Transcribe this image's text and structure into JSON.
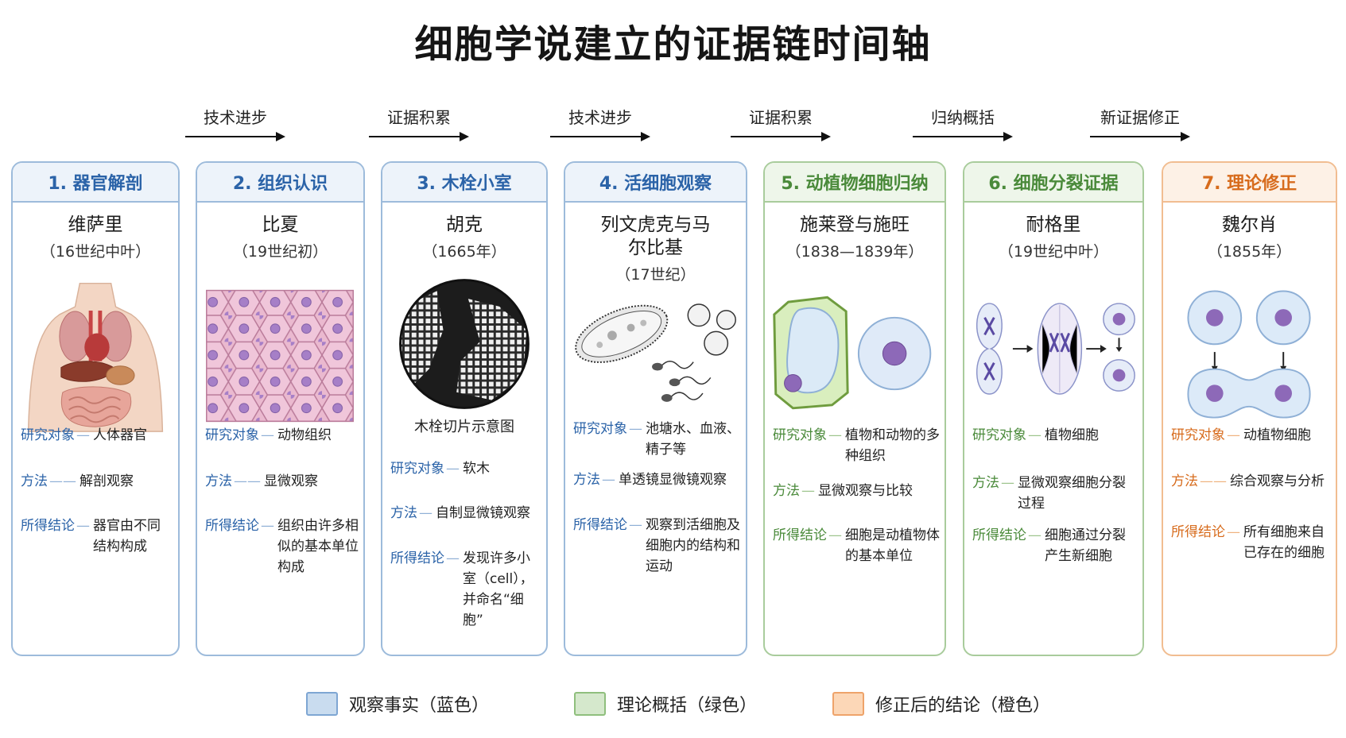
{
  "title": "细胞学说建立的证据链时间轴",
  "connectors": [
    "技术进步",
    "证据积累",
    "技术进步",
    "证据积累",
    "归纳概括",
    "新证据修正"
  ],
  "labels": {
    "object": "研究对象",
    "method": "方法",
    "conclusion": "所得结论"
  },
  "stages": [
    {
      "heading": "1. 器官解剖",
      "person": "维萨里",
      "period": "（16世纪中叶）",
      "object": "人体器官",
      "method": "解剖观察",
      "conclusion": "器官由不同结构构成",
      "category": "observation"
    },
    {
      "heading": "2. 组织认识",
      "person": "比夏",
      "period": "（19世纪初）",
      "object": "动物组织",
      "method": "显微观察",
      "conclusion": "组织由许多相似的基本单位构成",
      "category": "observation"
    },
    {
      "heading": "3. 木栓小室",
      "person": "胡克",
      "period": "（1665年）",
      "caption": "木栓切片示意图",
      "object": "软木",
      "method": "自制显微镜观察",
      "conclusion": "发现许多小室（cell），并命名“细胞”",
      "category": "observation"
    },
    {
      "heading": "4. 活细胞观察",
      "person": "列文虎克与马尔比基",
      "period": "（17世纪）",
      "object": "池塘水、血液、精子等",
      "method": "单透镜显微镜观察",
      "conclusion": "观察到活细胞及细胞内的结构和运动",
      "category": "observation"
    },
    {
      "heading": "5. 动植物细胞归纳",
      "person": "施莱登与施旺",
      "period": "（1838—1839年）",
      "object": "植物和动物的多种组织",
      "method": "显微观察与比较",
      "conclusion": "细胞是动植物体的基本单位",
      "category": "theory"
    },
    {
      "heading": "6. 细胞分裂证据",
      "person": "耐格里",
      "period": "（19世纪中叶）",
      "object": "植物细胞",
      "method": "显微观察细胞分裂过程",
      "conclusion": "细胞通过分裂产生新细胞",
      "category": "theory"
    },
    {
      "heading": "7. 理论修正",
      "person": "魏尔肖",
      "period": "（1855年）",
      "object": "动植物细胞",
      "method": "综合观察与分析",
      "conclusion": "所有细胞来自已存在的细胞",
      "category": "revision"
    }
  ],
  "legend": [
    {
      "label": "观察事实（蓝色）",
      "color": "#c9dcef",
      "border": "#7ea6d3"
    },
    {
      "label": "理论概括（绿色）",
      "color": "#d5e8cc",
      "border": "#8fbf7d"
    },
    {
      "label": "修正后的结论（橙色）",
      "color": "#fcd7b7",
      "border": "#eea36a"
    }
  ]
}
